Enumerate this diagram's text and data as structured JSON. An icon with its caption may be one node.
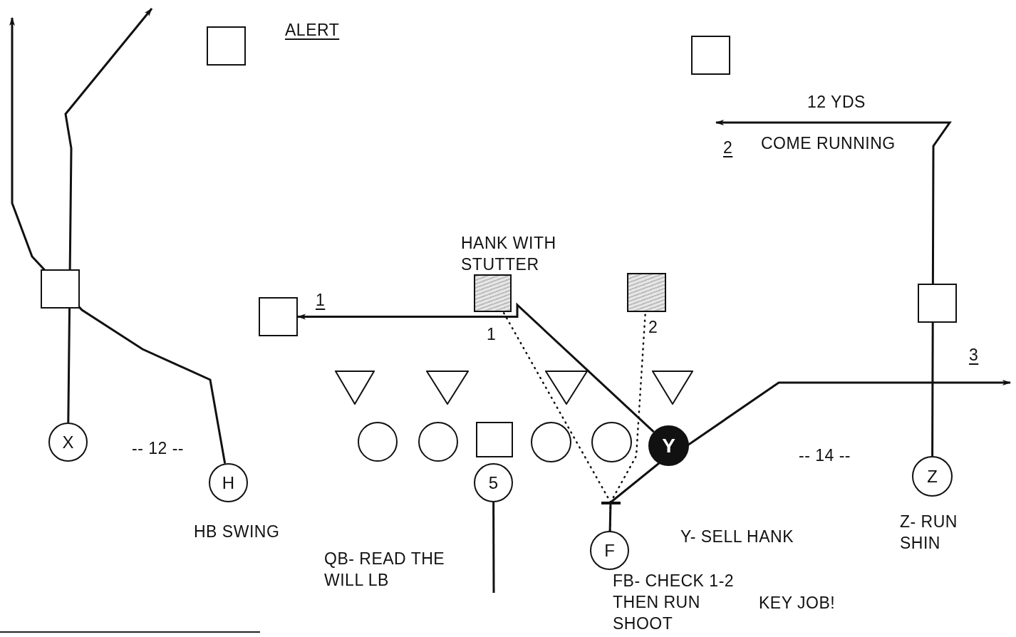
{
  "diagram": {
    "nodes": [
      {
        "text": [],
        "shape": "box"
      },
      {
        "text": [],
        "shape": "box"
      },
      {
        "text": [],
        "shape": "box"
      },
      {
        "text": [],
        "shape": "box"
      },
      {
        "text": [],
        "shape": "box"
      },
      {
        "text": [],
        "shape": "box"
      },
      {
        "text": [],
        "shape": "box"
      },
      {
        "text": [],
        "shape": "triangle"
      },
      {
        "text": [],
        "shape": "triangle"
      },
      {
        "text": [],
        "shape": "triangle"
      },
      {
        "text": [],
        "shape": "triangle"
      },
      {
        "text": [],
        "shape": "circle"
      },
      {
        "text": [],
        "shape": "circle"
      },
      {
        "text": [],
        "shape": "box"
      },
      {
        "text": [],
        "shape": "circle"
      },
      {
        "text": [],
        "shape": "circle"
      },
      {
        "text": [
          "Y"
        ]
      },
      {
        "text": [
          "X"
        ]
      },
      {
        "text": [
          "H"
        ]
      },
      {
        "text": [
          "5"
        ]
      },
      {
        "text": [
          "Z"
        ]
      },
      {
        "text": [
          "F"
        ]
      }
    ],
    "edges": [
      {
        "from": 17,
        "to": null,
        "arrow": "to"
      },
      {
        "from": 18,
        "to": null,
        "arrow": "to"
      },
      {
        "from": 16,
        "to": 3,
        "arrow": "to"
      },
      {
        "from": 21,
        "to": null,
        "arrow": "to"
      },
      {
        "from": 21,
        "to": 4,
        "arrow": "none",
        "style": "dashed"
      },
      {
        "from": 21,
        "to": 5,
        "arrow": "none",
        "style": "dashed"
      },
      {
        "from": 20,
        "to": null,
        "arrow": "to"
      },
      {
        "from": 19,
        "to": null,
        "arrow": "none"
      }
    ],
    "labels": [
      "ALERT",
      "12 YDS",
      "2",
      "COME RUNNING",
      "HANK WITH STUTTER",
      "1",
      "1",
      "2",
      "3",
      "-- 12 --",
      "-- 14 --",
      "HB SWING",
      "Y- SELL HANK",
      "Z- RUN SHIN",
      "QB- READ THE WILL LB",
      "FB- CHECK 1-2 THEN RUN SHOOT",
      "KEY JOB!"
    ]
  }
}
